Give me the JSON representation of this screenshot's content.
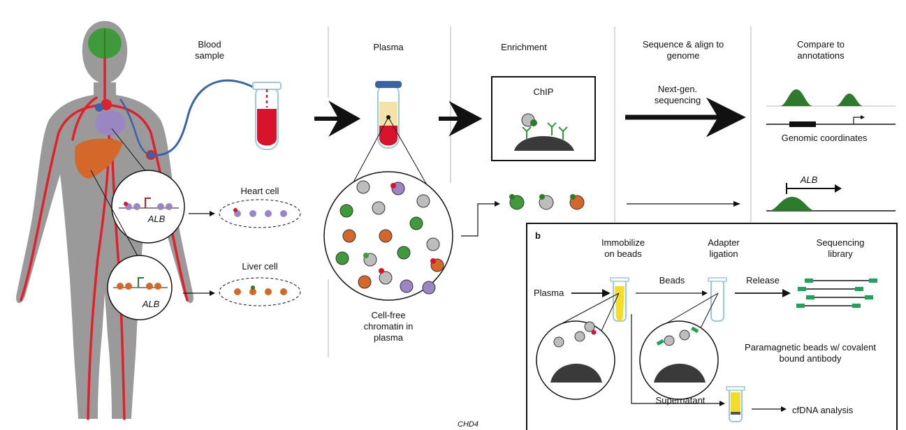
{
  "steps": {
    "blood_sample": "Blood sample",
    "plasma": "Plasma",
    "enrichment": "Enrichment",
    "sequence": "Sequence & align to genome",
    "compare": "Compare to annotations"
  },
  "labels": {
    "chip": "ChIP",
    "next_gen": "Next-gen. sequencing",
    "genomic_coordinates": "Genomic coordinates",
    "alb_gene": "ALB",
    "heart_cell": "Heart cell",
    "liver_cell": "Liver cell",
    "alb_heart": "ALB",
    "alb_liver": "ALB",
    "cell_free_chromatin": "Cell-free chromatin in plasma",
    "cut_off_label": "CHD4"
  },
  "panel_b": {
    "letter": "b",
    "immobilize": "Immobilize on beads",
    "adapter": "Adapter ligation",
    "library": "Sequencing library",
    "plasma": "Plasma",
    "beads": "Beads",
    "release": "Release",
    "beads_note": "Paramagnetic beads w/ covalent bound antibody",
    "supernatant": "Supernatant",
    "cfdna": "cfDNA analysis"
  },
  "colors": {
    "body": "#9a9a9a",
    "vessel": "#e0202a",
    "vein": "#3a63a6",
    "brain": "#3f9a3a",
    "liver": "#d4682a",
    "heart": "#9b86c4",
    "blood": "#d7142b",
    "plasma_layer": "#f4e3a6",
    "peak": "#2d7a2d",
    "bead": "#3a3a3a",
    "antibody": "#2f9a3a",
    "adapter": "#1da35a",
    "yellow": "#f2de2a"
  }
}
